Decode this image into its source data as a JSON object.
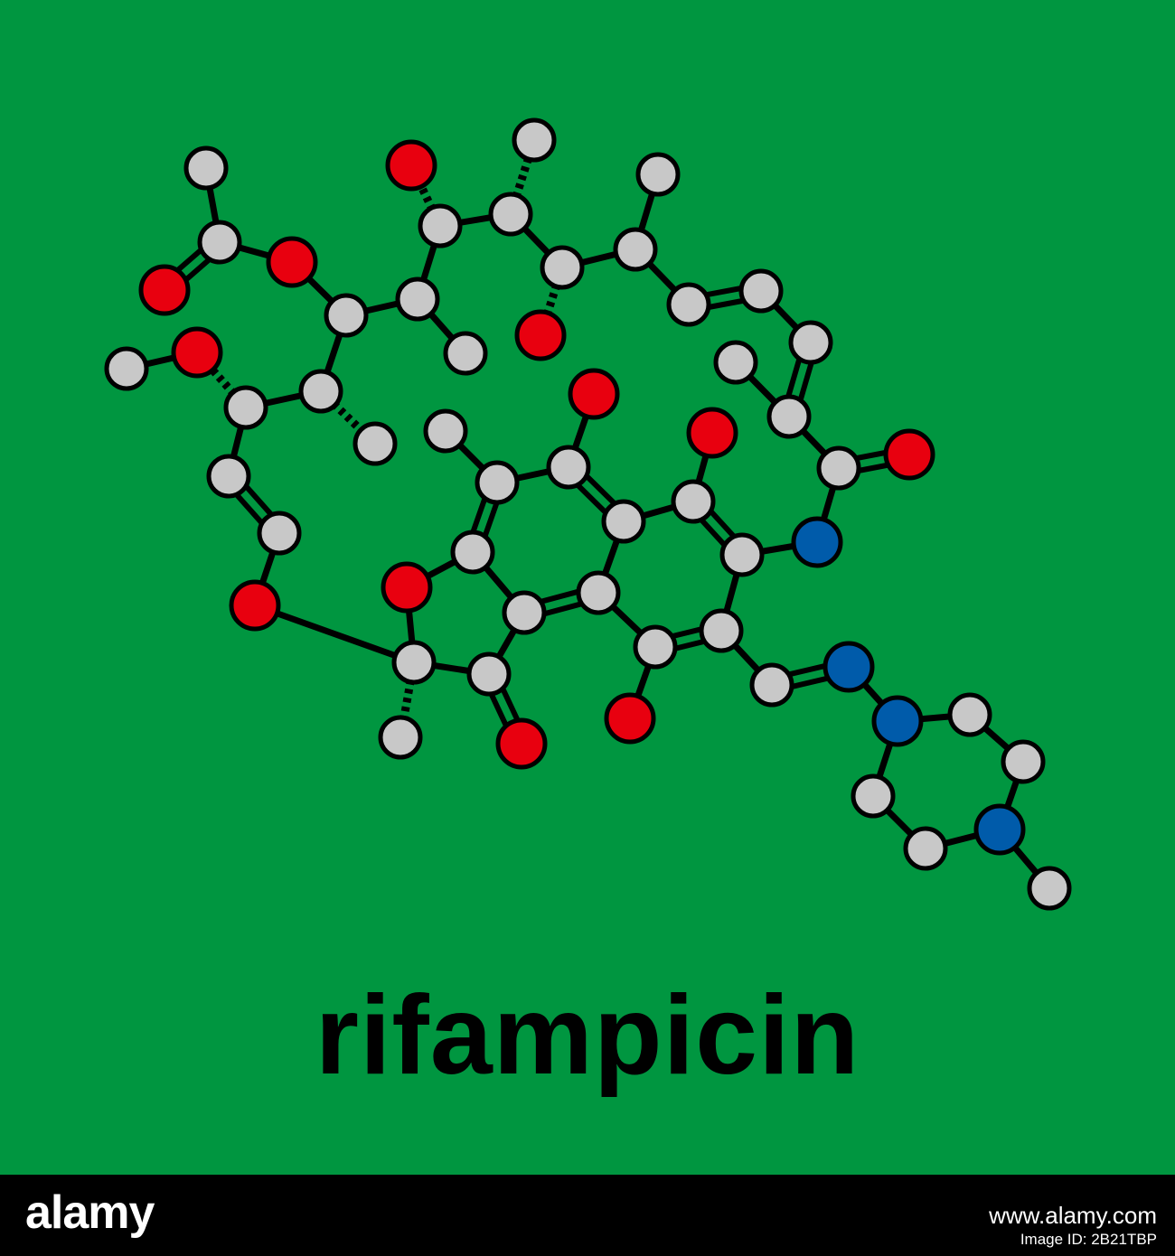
{
  "title": "rifampicin",
  "footer": {
    "logo": "alamy",
    "image_id": "Image ID: 2B21TBP",
    "url": "www.alamy.com"
  },
  "colors": {
    "background": "#009640",
    "carbon": "#c8c8c8",
    "oxygen": "#e8000f",
    "nitrogen": "#005baa",
    "bond": "#000000"
  }
}
